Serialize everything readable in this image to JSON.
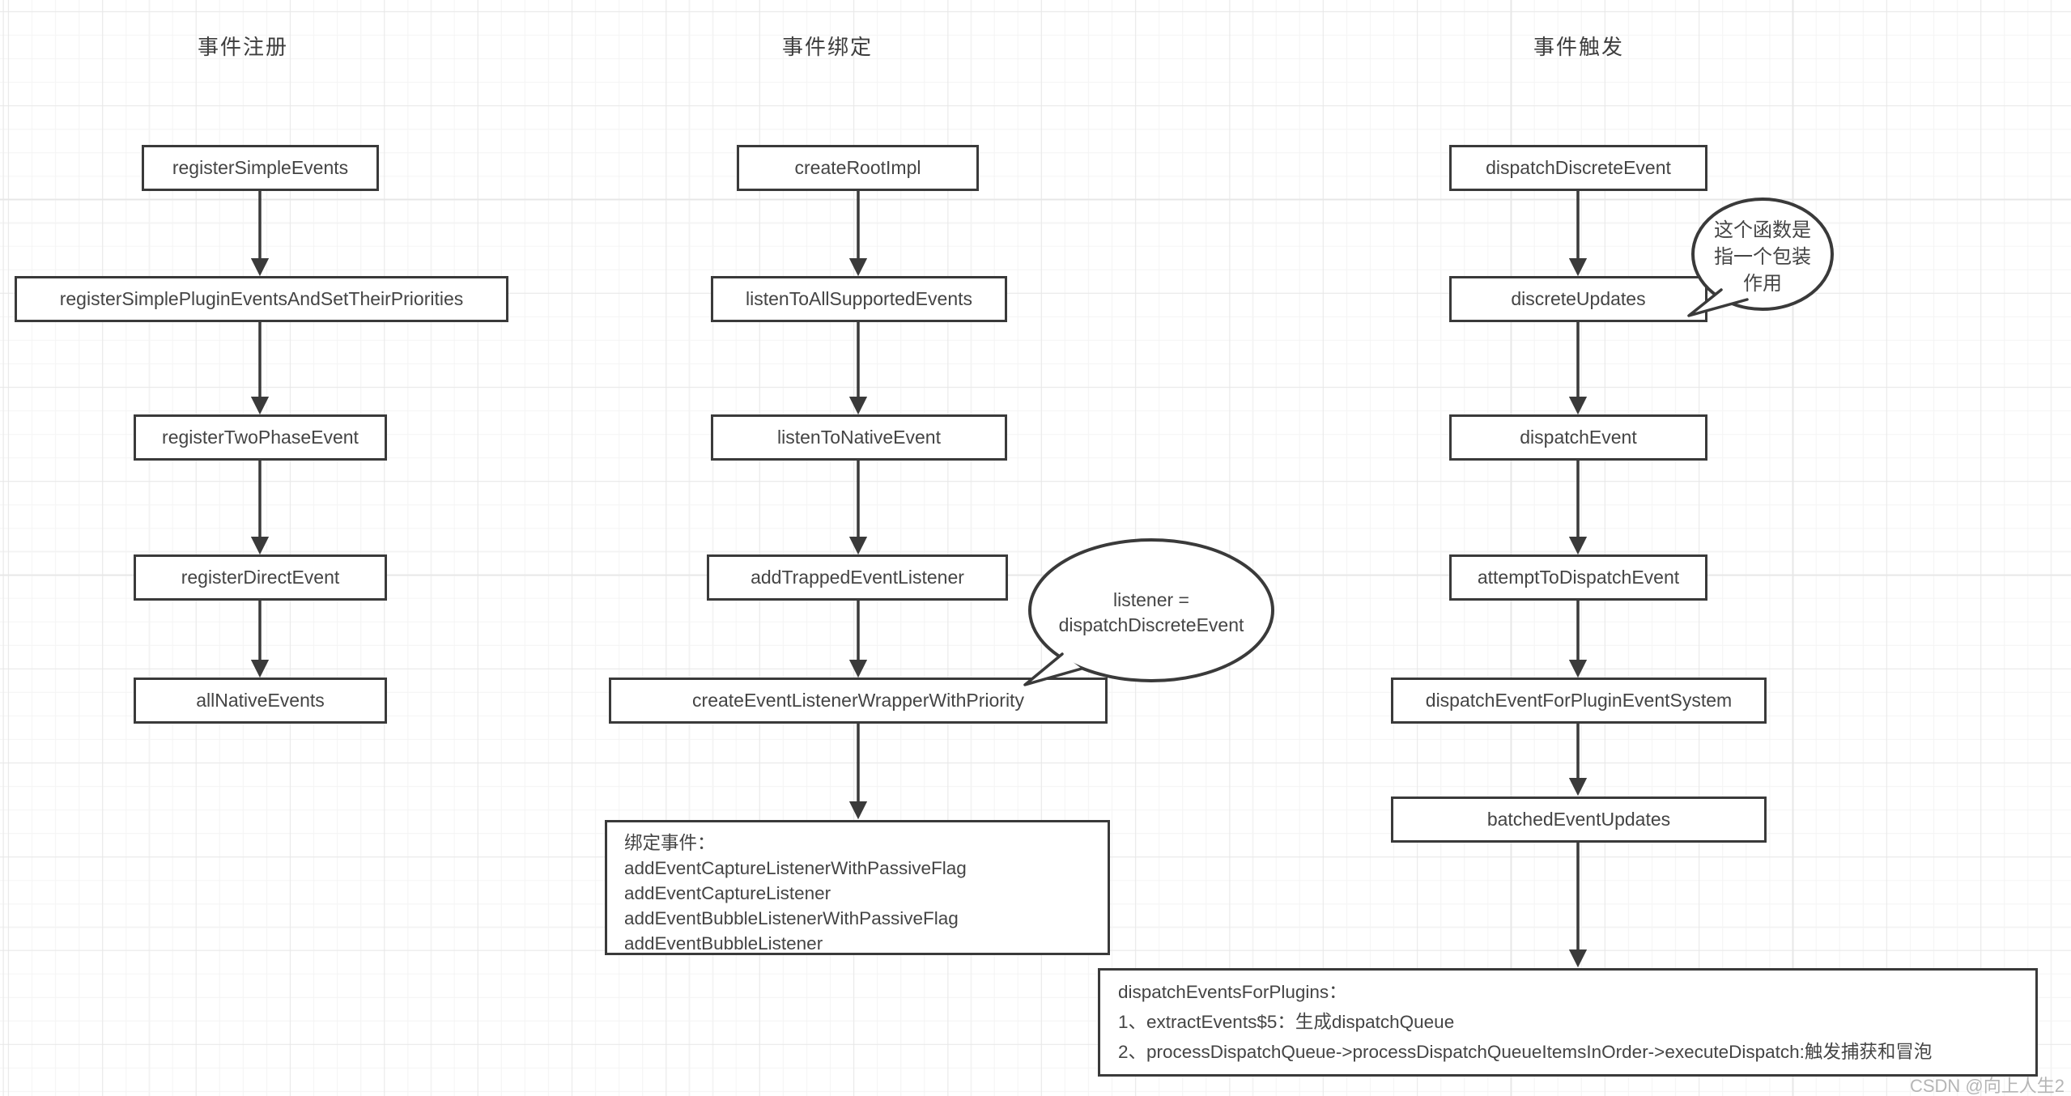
{
  "diagram": {
    "columns": [
      {
        "title": "事件注册",
        "nodes": [
          "registerSimpleEvents",
          "registerSimplePluginEventsAndSetTheirPriorities",
          "registerTwoPhaseEvent",
          "registerDirectEvent",
          "allNativeEvents"
        ]
      },
      {
        "title": "事件绑定",
        "nodes": [
          "createRootImpl",
          "listenToAllSupportedEvents",
          "listenToNativeEvent",
          "addTrappedEventListener",
          "createEventListenerWrapperWithPriority"
        ],
        "callout": {
          "lines": [
            "listener =",
            "dispatchDiscreteEvent"
          ]
        },
        "detail_box": {
          "title": "绑定事件：",
          "lines": [
            "addEventCaptureListenerWithPassiveFlag",
            "addEventCaptureListener",
            "addEventBubbleListenerWithPassiveFlag",
            "addEventBubbleListener"
          ]
        }
      },
      {
        "title": "事件触发",
        "nodes": [
          "dispatchDiscreteEvent",
          "discreteUpdates",
          "dispatchEvent",
          "attemptToDispatchEvent",
          "dispatchEventForPluginEventSystem",
          "batchedEventUpdates"
        ],
        "callout": {
          "lines": [
            "这个函数是",
            "指一个包装",
            "作用"
          ]
        },
        "detail_box": {
          "title": "dispatchEventsForPlugins：",
          "lines": [
            "1、extractEvents$5：生成dispatchQueue",
            "2、processDispatchQueue->processDispatchQueueItemsInOrder->executeDispatch:触发捕获和冒泡"
          ]
        }
      }
    ],
    "watermark": "CSDN @向上人生2",
    "colors": {
      "stroke": "#3a3a3a",
      "text": "#444444",
      "grid_minor": "#f3f3f3",
      "grid_major": "#e7e7e7",
      "watermark": "#b5b5b5"
    }
  }
}
